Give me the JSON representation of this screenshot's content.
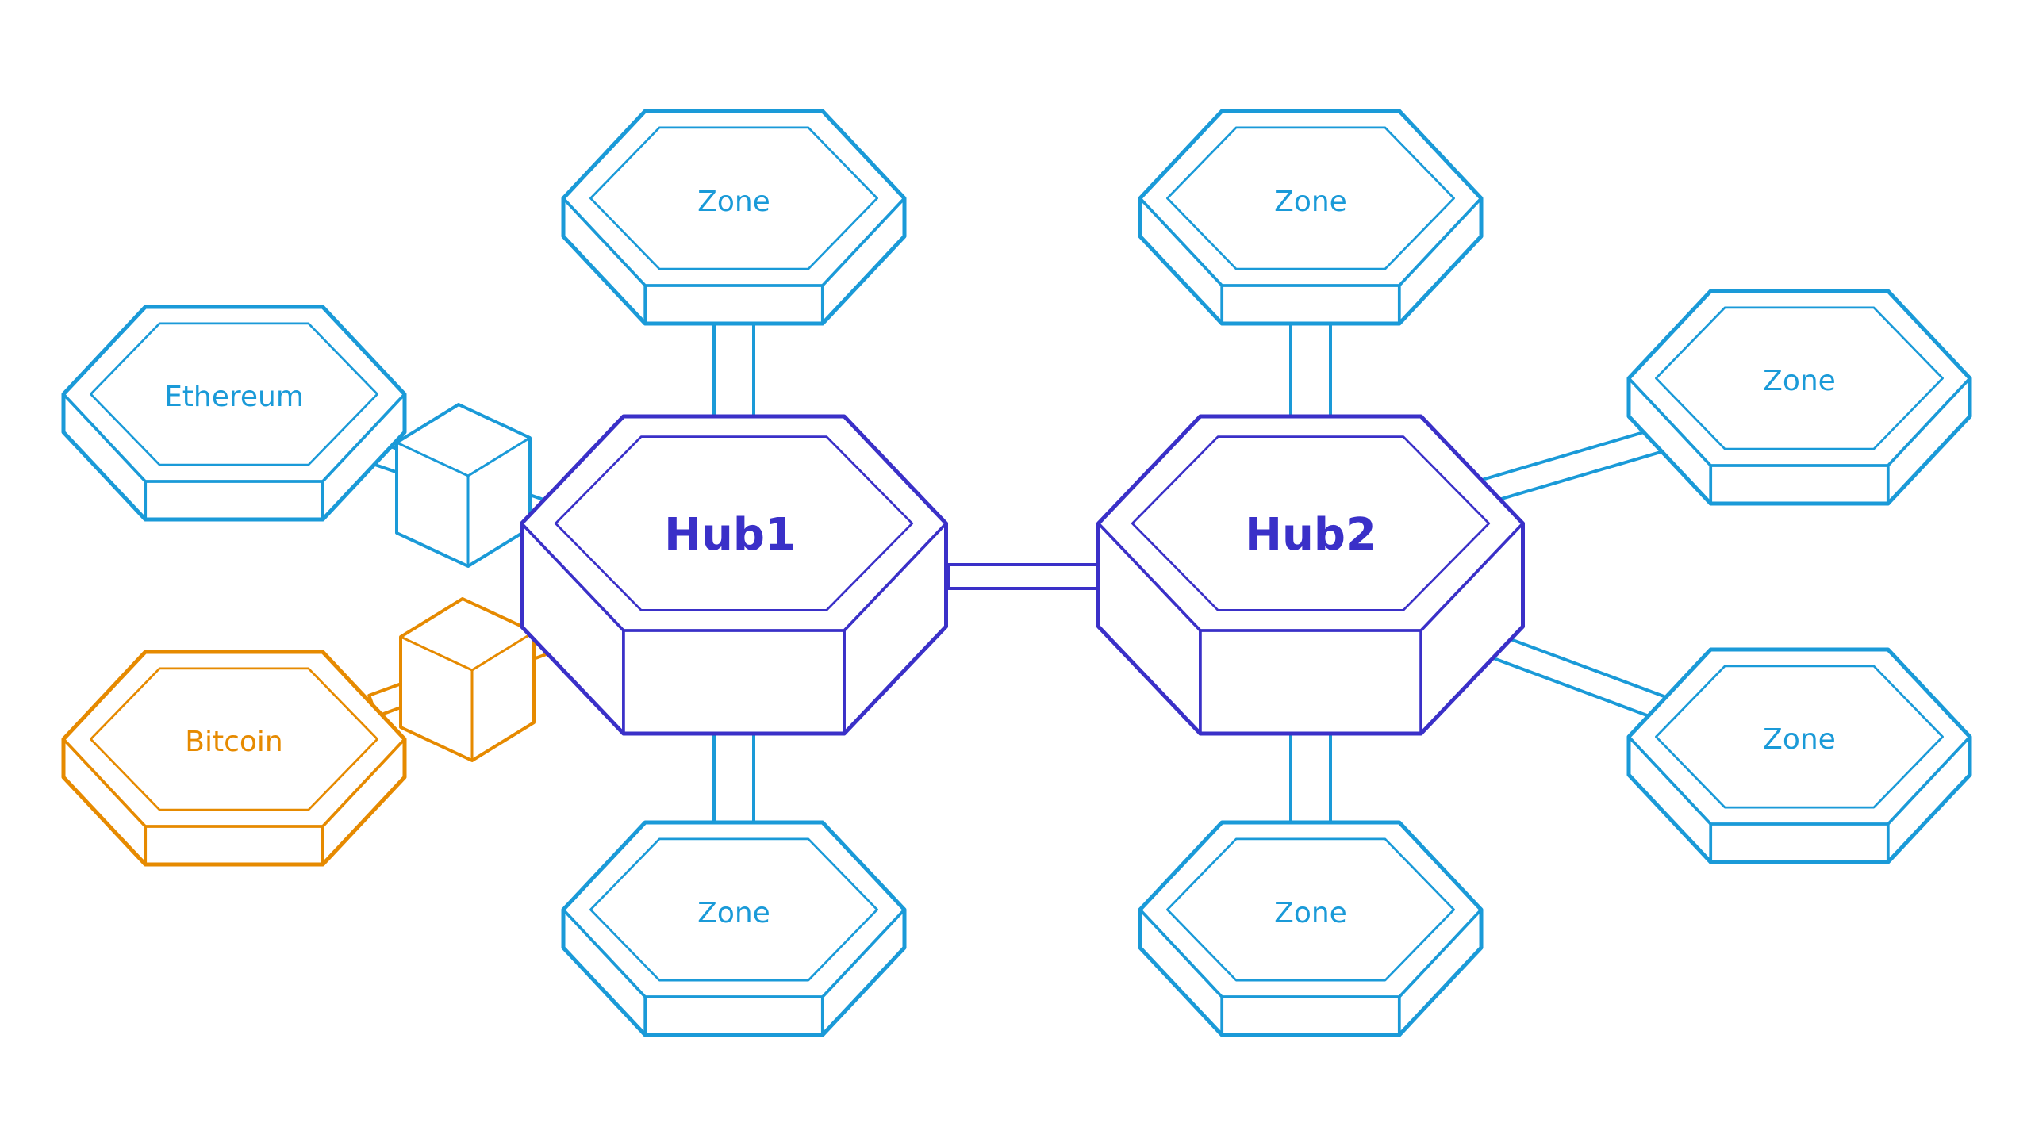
{
  "colors": {
    "zone": "#1a9ad8",
    "hub": "#3a30c8",
    "bitcoin": "#e68a00",
    "background": "#ffffff"
  },
  "hubs": [
    {
      "id": "hub1",
      "label": "Hub1"
    },
    {
      "id": "hub2",
      "label": "Hub2"
    }
  ],
  "zones": [
    {
      "id": "hub1-top",
      "label": "Zone",
      "hub": "hub1",
      "kind": "zone"
    },
    {
      "id": "hub1-bottom",
      "label": "Zone",
      "hub": "hub1",
      "kind": "zone"
    },
    {
      "id": "ethereum",
      "label": "Ethereum",
      "hub": "hub1",
      "kind": "zone",
      "bridge": true
    },
    {
      "id": "bitcoin",
      "label": "Bitcoin",
      "hub": "hub1",
      "kind": "bitcoin",
      "bridge": true
    },
    {
      "id": "hub2-top",
      "label": "Zone",
      "hub": "hub2",
      "kind": "zone"
    },
    {
      "id": "hub2-bottom",
      "label": "Zone",
      "hub": "hub2",
      "kind": "zone"
    },
    {
      "id": "hub2-upper-right",
      "label": "Zone",
      "hub": "hub2",
      "kind": "zone"
    },
    {
      "id": "hub2-lower-right",
      "label": "Zone",
      "hub": "hub2",
      "kind": "zone"
    }
  ]
}
